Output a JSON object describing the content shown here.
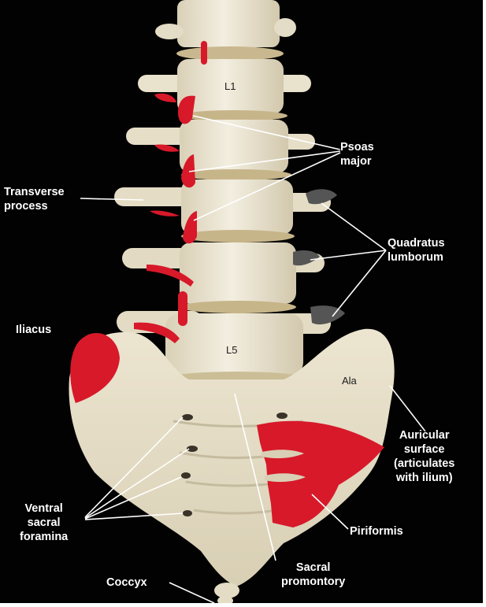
{
  "colors": {
    "background": "#020202",
    "bone": "#efe9d6",
    "bone_shadow": "#cfc6ad",
    "muscle_red": "#d7192a",
    "quadratus_gray": "#555555",
    "leader_line": "#ffffff",
    "label_text": "#ffffff"
  },
  "labels": {
    "psoas": [
      "Psoas",
      "major"
    ],
    "transverse": [
      "Transverse",
      "process"
    ],
    "quadratus": [
      "Quadratus",
      "lumborum"
    ],
    "iliacus": [
      "Iliacus"
    ],
    "auricular": [
      "Auricular",
      "surface",
      "(articulates",
      "with ilium)"
    ],
    "ventral": [
      "Ventral",
      "sacral",
      "foramina"
    ],
    "piriformis": [
      "Piriformis"
    ],
    "sacral_promontory": [
      "Sacral",
      "promontory"
    ],
    "coccyx": [
      "Coccyx"
    ]
  },
  "bone_labels": {
    "l1": "L1",
    "l5": "L5",
    "ala": "Ala"
  }
}
